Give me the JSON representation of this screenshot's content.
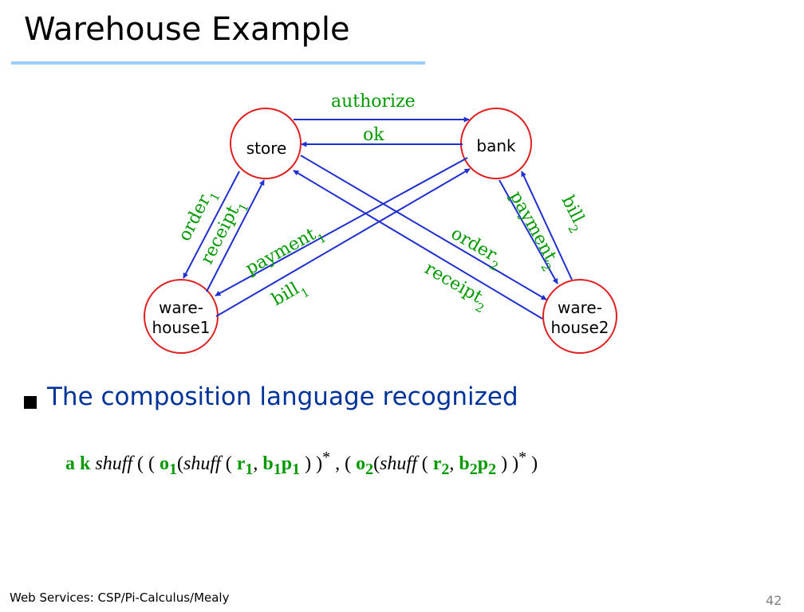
{
  "title": "Warehouse Example",
  "nodes": {
    "store": "store",
    "bank": "bank",
    "warehouse1": [
      "ware-",
      "house1"
    ],
    "warehouse2": [
      "ware-",
      "house2"
    ]
  },
  "edges": {
    "authorize": "authorize",
    "ok": "ok",
    "order1": "order",
    "receipt1": "receipt",
    "payment1": "payment",
    "bill1": "bill",
    "order2": "order",
    "receipt2": "receipt",
    "payment2": "payment",
    "bill2": "bill",
    "sub1": "1",
    "sub2": "2"
  },
  "bullet_text": "The composition language recognized",
  "formula": {
    "a": "a",
    "k": "k",
    "shuff": "shuff",
    "o": "o",
    "r": "r",
    "b": "b",
    "p": "p",
    "one": "1",
    "two": "2",
    "star": "*",
    "open1": "(  (",
    "open2": "(",
    "open3": "(",
    "comma": ",",
    "close1": ")  )",
    "mid": ",  (",
    "close2": ")  )",
    "end": ")"
  },
  "footer": "Web Services: CSP/Pi-Calculus/Mealy",
  "page_number": "42",
  "colors": {
    "node_stroke": "#e02020",
    "edge": "#1f2fd0",
    "label": "#009900",
    "bullet_text": "#003399",
    "rule": "#99ccff"
  }
}
